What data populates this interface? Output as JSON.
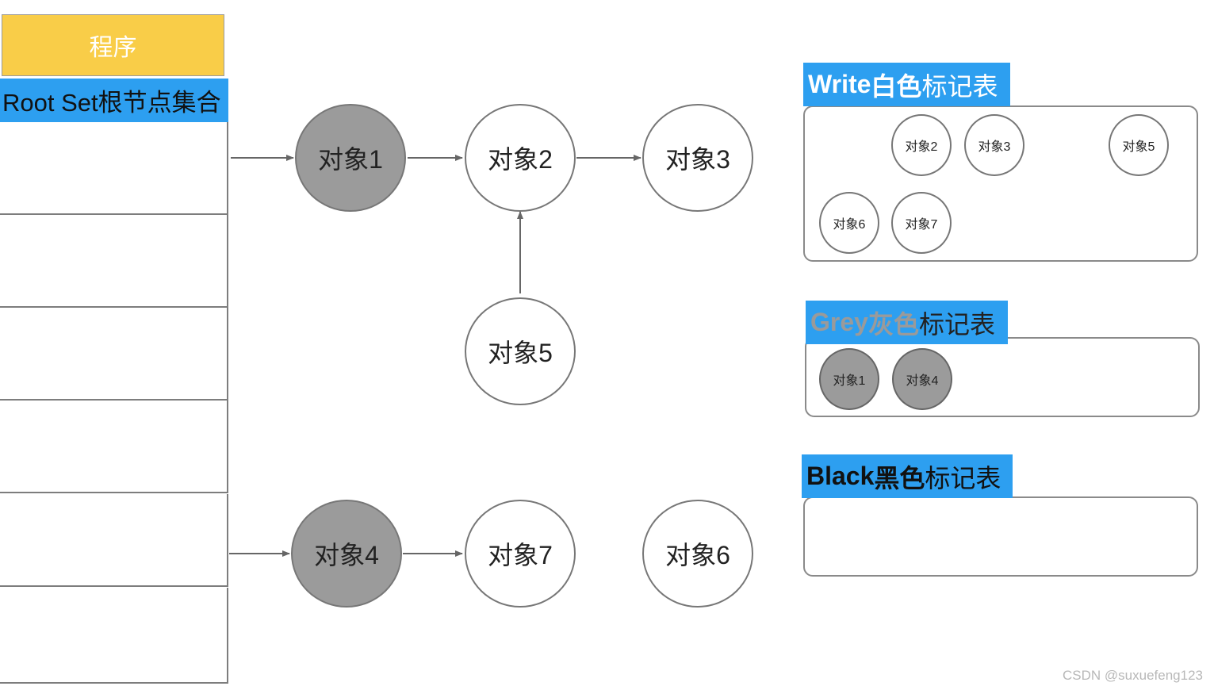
{
  "program": {
    "title": "程序"
  },
  "rootset": {
    "title": "Root Set根节点集合"
  },
  "nodes": {
    "n1": "对象1",
    "n2": "对象2",
    "n3": "对象3",
    "n4": "对象4",
    "n5": "对象5",
    "n6": "对象6",
    "n7": "对象7"
  },
  "tables": {
    "white": {
      "title_en": "Write ",
      "title_cn_bold": "白色",
      "title_cn": "标记表",
      "items": [
        "对象2",
        "对象3",
        "对象5",
        "对象6",
        "对象7"
      ]
    },
    "grey": {
      "title_en": "Grey ",
      "title_cn_bold": "灰色",
      "title_cn": "标记表",
      "items": [
        "对象1",
        "对象4"
      ]
    },
    "black": {
      "title_en": "Black ",
      "title_cn_bold": "黑色",
      "title_cn": "标记表",
      "items": []
    }
  },
  "colors": {
    "accent_blue": "#2d9ff0",
    "program_yellow": "#f9cd48",
    "grey_node": "#9b9b9b"
  },
  "watermark": "CSDN @suxuefeng123"
}
